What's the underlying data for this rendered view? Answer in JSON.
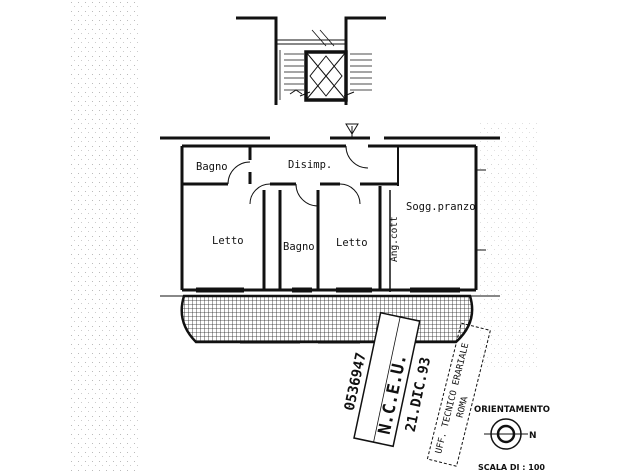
{
  "rooms": {
    "bagno_top": "Bagno",
    "disimp": "Disimp.",
    "sogg_pranzo": "Sogg.pranzo",
    "letto_left": "Letto",
    "bagno_mid": "Bagno",
    "letto_mid": "Letto",
    "ang_cott": "Ang.cott"
  },
  "stamp": {
    "number": "0536947",
    "ncee": "N.C.E.U.",
    "date": "21.DIC.93",
    "office_line1": "UFF. TECNICO ERARIALE",
    "office_line2": "ROMA"
  },
  "orientation": {
    "label": "ORIENTAMENTO",
    "north": "N"
  },
  "scale": {
    "label": "SCALA DI : 100"
  },
  "colors": {
    "ink": "#111111",
    "paper": "#ffffff"
  }
}
